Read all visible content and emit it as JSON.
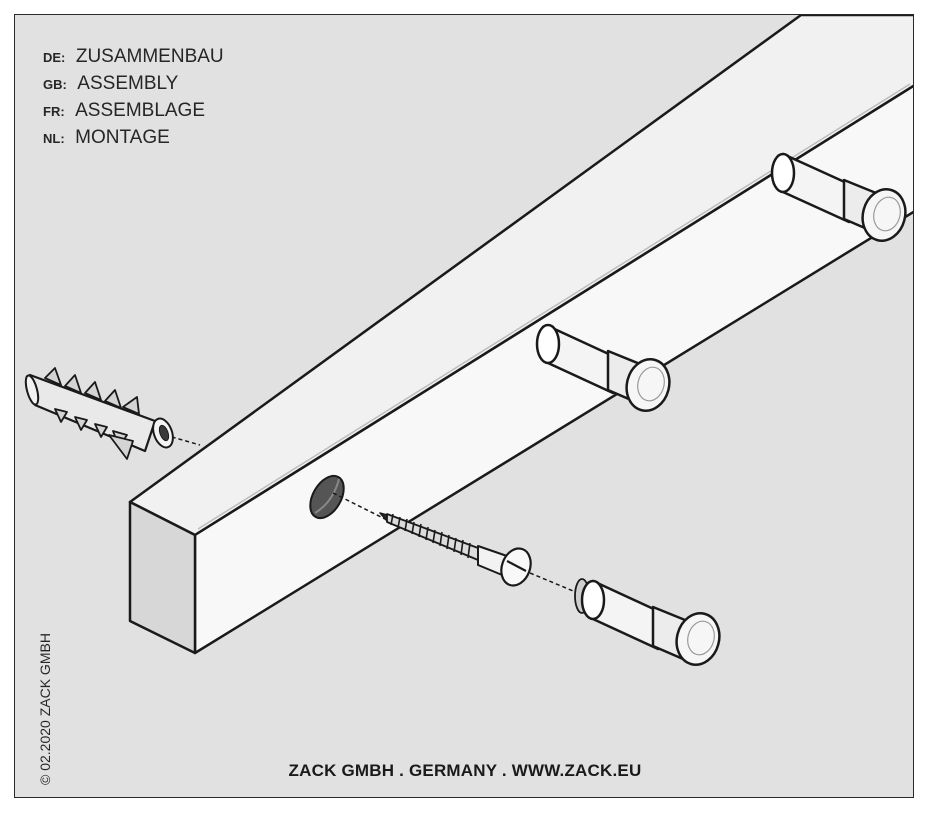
{
  "languages": [
    {
      "code": "DE:",
      "name": "ZUSAMMENBAU"
    },
    {
      "code": "GB:",
      "name": "ASSEMBLY"
    },
    {
      "code": "FR:",
      "name": "ASSEMBLAGE"
    },
    {
      "code": "NL:",
      "name": "MONTAGE"
    }
  ],
  "copyright": "© 02.2020 ZACK GMBH",
  "footer": "ZACK GMBH . GERMANY . WWW.ZACK.EU",
  "parts": [
    "rail",
    "hook",
    "hook",
    "hook",
    "screw",
    "wall-plug"
  ],
  "colors": {
    "background": "#e1e1e1",
    "line": "#1a1a1a",
    "rail_top": "#f1f1f1",
    "rail_front": "#f8f8f8",
    "rail_end": "#d7d7d7"
  }
}
